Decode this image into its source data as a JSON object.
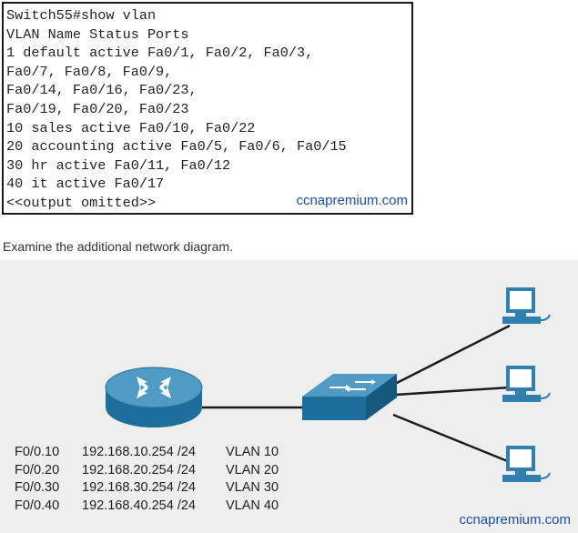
{
  "terminal": {
    "lines": [
      "Switch55#show vlan",
      "VLAN Name Status Ports",
      "1 default active Fa0/1, Fa0/2, Fa0/3,",
      "Fa0/7, Fa0/8, Fa0/9,",
      "Fa0/14, Fa0/16, Fa0/23,",
      "Fa0/19, Fa0/20, Fa0/23",
      "10 sales active Fa0/10, Fa0/22",
      "20 accounting active Fa0/5, Fa0/6, Fa0/15",
      "30 hr active Fa0/11, Fa0/12",
      "40 it active Fa0/17",
      "<<output omitted>>"
    ],
    "watermark": "ccnapremium.com"
  },
  "caption": "Examine the additional network diagram.",
  "diagram": {
    "subinterfaces": [
      {
        "iface": "F0/0.10",
        "ip": "192.168.10.254 /24",
        "vlan": "VLAN 10"
      },
      {
        "iface": "F0/0.20",
        "ip": "192.168.20.254 /24",
        "vlan": "VLAN 20"
      },
      {
        "iface": "F0/0.30",
        "ip": "192.168.30.254 /24",
        "vlan": "VLAN 30"
      },
      {
        "iface": "F0/0.40",
        "ip": "192.168.40.254 /24",
        "vlan": "VLAN 40"
      }
    ],
    "watermark": "ccnapremium.com",
    "colors": {
      "device_blue": "#1d6e9a",
      "device_top": "#4f9bc6",
      "pc_body": "#2f7fb0",
      "link": "#1a1a1a"
    }
  }
}
